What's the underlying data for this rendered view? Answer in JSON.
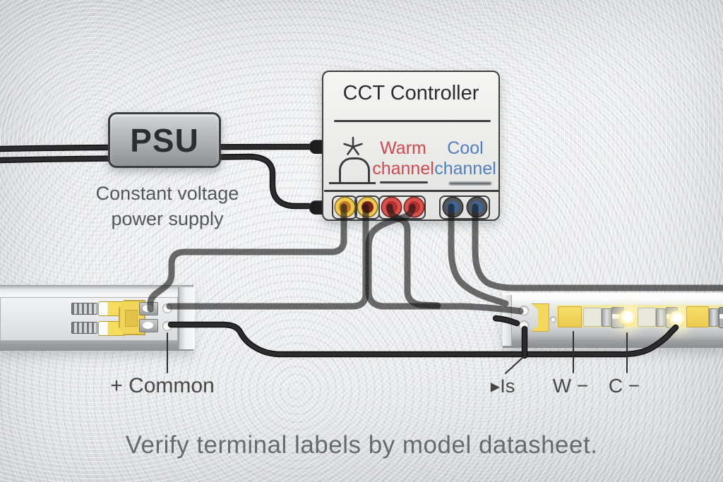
{
  "colors": {
    "warm_text": "#cf4a4e",
    "cool_text": "#4f80c1",
    "wire_yellow": "#eec34a",
    "wire_dark_red": "#8f2320",
    "wire_red": "#cd3a35",
    "wire_blue": "#3a648e",
    "wire_black": "#2c2c2e",
    "annotation_text": "#474747",
    "footer_text": "#67696c"
  },
  "psu": {
    "label": "PSU",
    "caption_line1": "Constant voltage",
    "caption_line2": "power supply"
  },
  "controller": {
    "title": "CCT Controller",
    "warm_line1": "Warm",
    "warm_line2": "channel",
    "cool_line1": "Cool",
    "cool_line2": "channel"
  },
  "annotations": {
    "common": "+ Common",
    "signal": "▸Is",
    "warm_minus": "W −",
    "cool_minus": "C −"
  },
  "footer": {
    "note": "Verify terminal labels by model datasheet."
  },
  "icons": {
    "star": "five-point-star",
    "dome": "dome-connector-outline"
  }
}
